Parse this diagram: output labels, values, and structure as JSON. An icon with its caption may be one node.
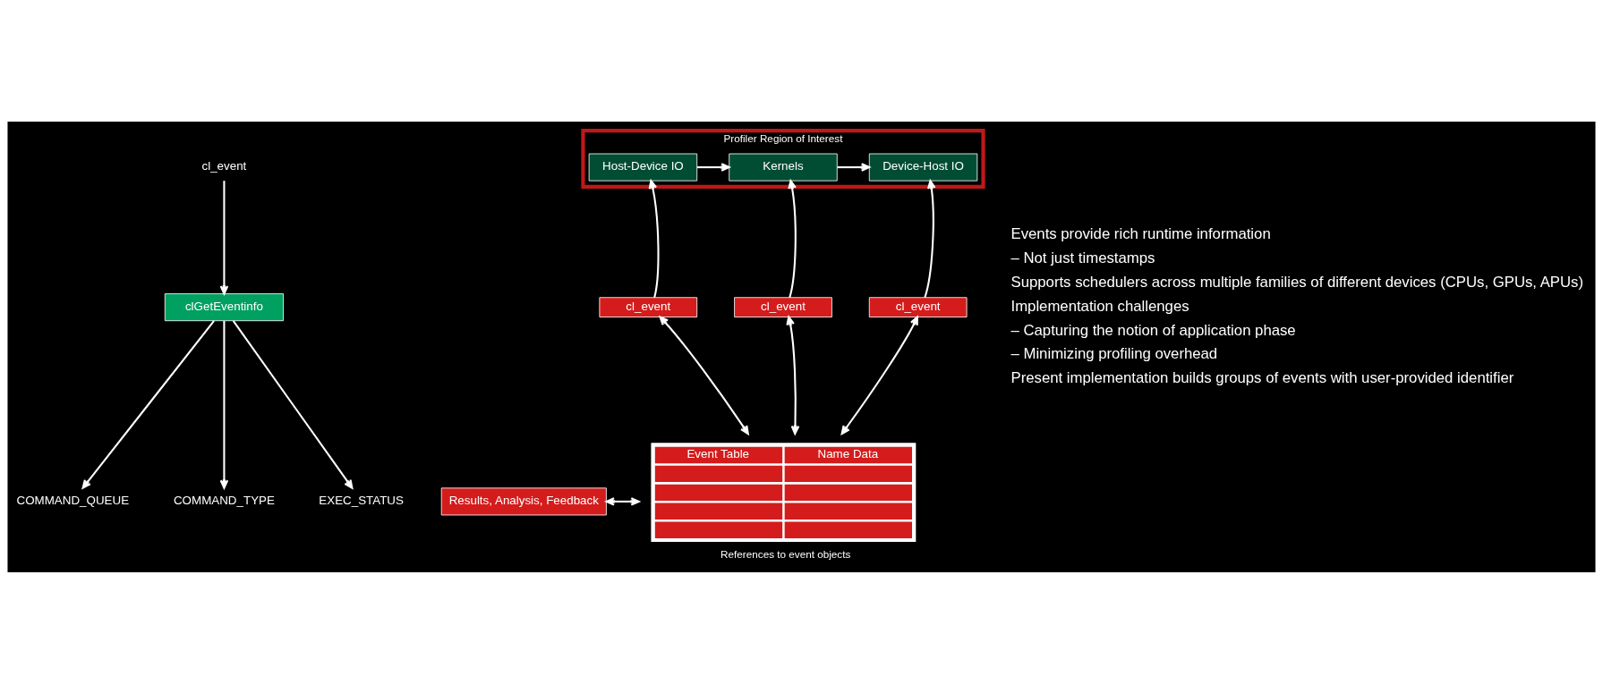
{
  "diagram": {
    "nodes": [
      {
        "text": [
          "cl_event"
        ]
      },
      {
        "text": [
          "clGetEventinfo"
        ]
      },
      {
        "text": [
          "COMMAND_QUEUE"
        ]
      },
      {
        "text": [
          "COMMAND_TYPE"
        ]
      },
      {
        "text": [
          "EXEC_STATUS"
        ]
      },
      {
        "text": [
          "Profiler Region of Interest"
        ]
      },
      {
        "text": [
          "Host-Device IO"
        ],
        "in": 5
      },
      {
        "text": [
          "Kernels"
        ],
        "in": 5
      },
      {
        "text": [
          "Device-Host IO"
        ],
        "in": 5
      },
      {
        "text": [
          "cl_event"
        ]
      },
      {
        "text": [
          "cl_event"
        ]
      },
      {
        "text": [
          "cl_event"
        ]
      },
      {
        "text": [
          "Event Table",
          "Name Data"
        ],
        "beside": [
          "References to event objects"
        ]
      },
      {
        "text": [
          "Results, Analysis, Feedback"
        ]
      }
    ],
    "edges": [
      {
        "from": 0,
        "to": 1,
        "arrow": "to"
      },
      {
        "from": 1,
        "to": 2,
        "arrow": "to"
      },
      {
        "from": 1,
        "to": 3,
        "arrow": "to"
      },
      {
        "from": 1,
        "to": 4,
        "arrow": "to"
      },
      {
        "from": 6,
        "to": 7,
        "arrow": "to"
      },
      {
        "from": 7,
        "to": 8,
        "arrow": "to"
      },
      {
        "from": 9,
        "to": 6,
        "arrow": "to"
      },
      {
        "from": 10,
        "to": 7,
        "arrow": "to"
      },
      {
        "from": 11,
        "to": 8,
        "arrow": "to"
      },
      {
        "from": 12,
        "to": 9,
        "arrow": "both"
      },
      {
        "from": 12,
        "to": 10,
        "arrow": "both"
      },
      {
        "from": 12,
        "to": 11,
        "arrow": "both"
      },
      {
        "from": 13,
        "to": 12,
        "arrow": "both"
      }
    ],
    "labels": [
      "Events provide rich runtime information",
      "– Not just timestamps",
      "Supports schedulers across multiple families of different devices (CPUs, GPUs, APUs)",
      "Implementation challenges",
      "– Capturing the notion of application phase",
      "– Minimizing profiling overhead",
      "Present implementation builds groups of events with user-provided identifier"
    ]
  }
}
